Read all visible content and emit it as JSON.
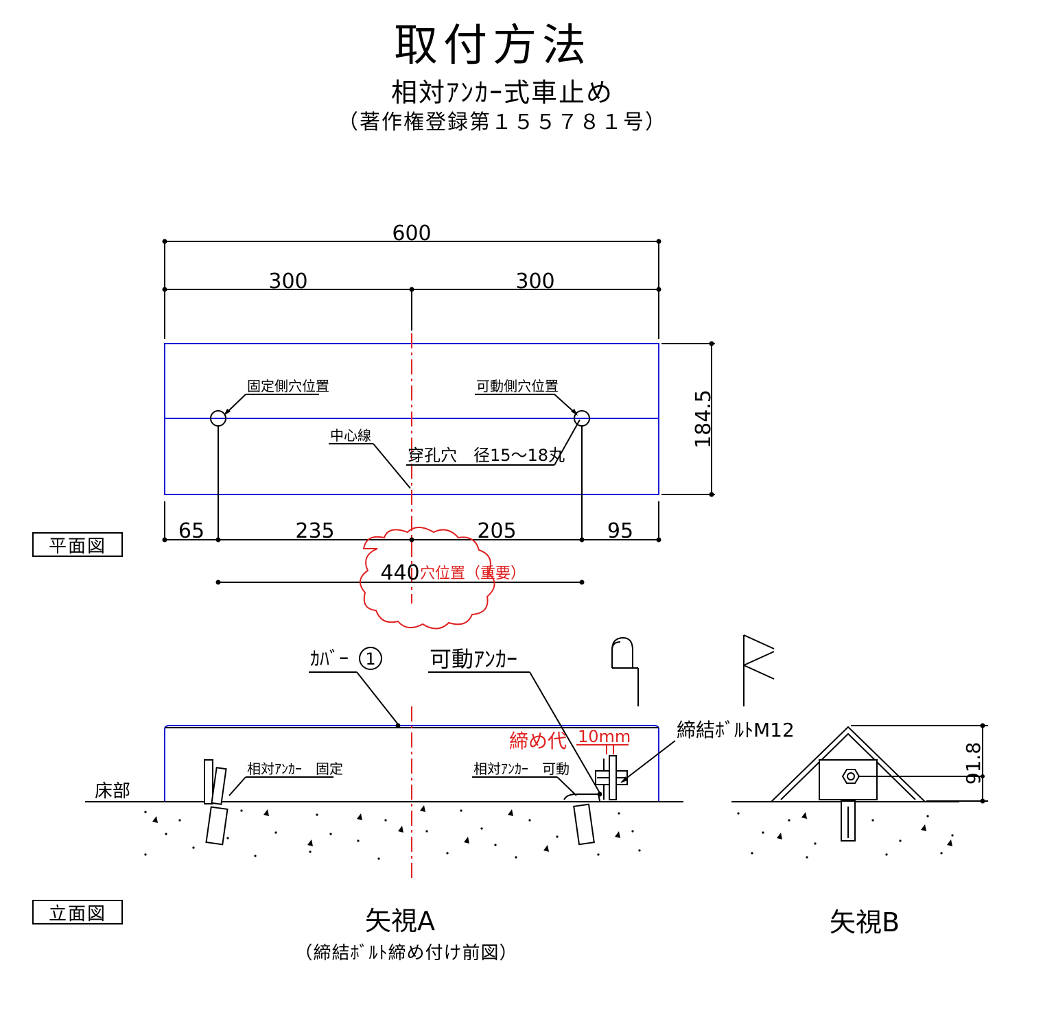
{
  "header": {
    "title": "取付方法",
    "subtitle": "相対ｱﾝｶｰ式車止め",
    "registration": "（著作権登録第１５５７８１号）"
  },
  "plan_view": {
    "label": "平面図",
    "dims": {
      "total": "600",
      "left_half": "300",
      "right_half": "300",
      "depth": "184.5",
      "seg1": "65",
      "seg2": "235",
      "seg3": "205",
      "seg4": "95",
      "hole_pitch": "440",
      "hole_pitch_note": "穴位置（重要）"
    },
    "annotations": {
      "fixed_hole": "固定側穴位置",
      "movable_hole": "可動側穴位置",
      "centerline": "中心線",
      "drill_hole": "穿孔穴　径15～18丸"
    }
  },
  "elevation_view": {
    "label": "立面図",
    "annotations": {
      "cover": "ｶﾊﾞｰ",
      "cover_number": "1",
      "movable_anchor": "可動ｱﾝｶｰ",
      "floor": "床部",
      "anchor_fixed": "相対ｱﾝｶｰ　固定",
      "anchor_movable": "相対ｱﾝｶｰ　可動",
      "tightening_margin": "締め代",
      "tightening_value": "10mm",
      "bolt": "締結ﾎﾞﾙﾄM12",
      "section_a": "A",
      "section_b": "B"
    },
    "view_a_title": "矢視A",
    "view_a_note": "（締結ﾎﾞﾙﾄ締め付け前図）",
    "view_b_title": "矢視B",
    "height_dim": "91.8"
  },
  "colors": {
    "outline": "#1a1ad6",
    "accent": "#e02020",
    "line": "#000000"
  }
}
